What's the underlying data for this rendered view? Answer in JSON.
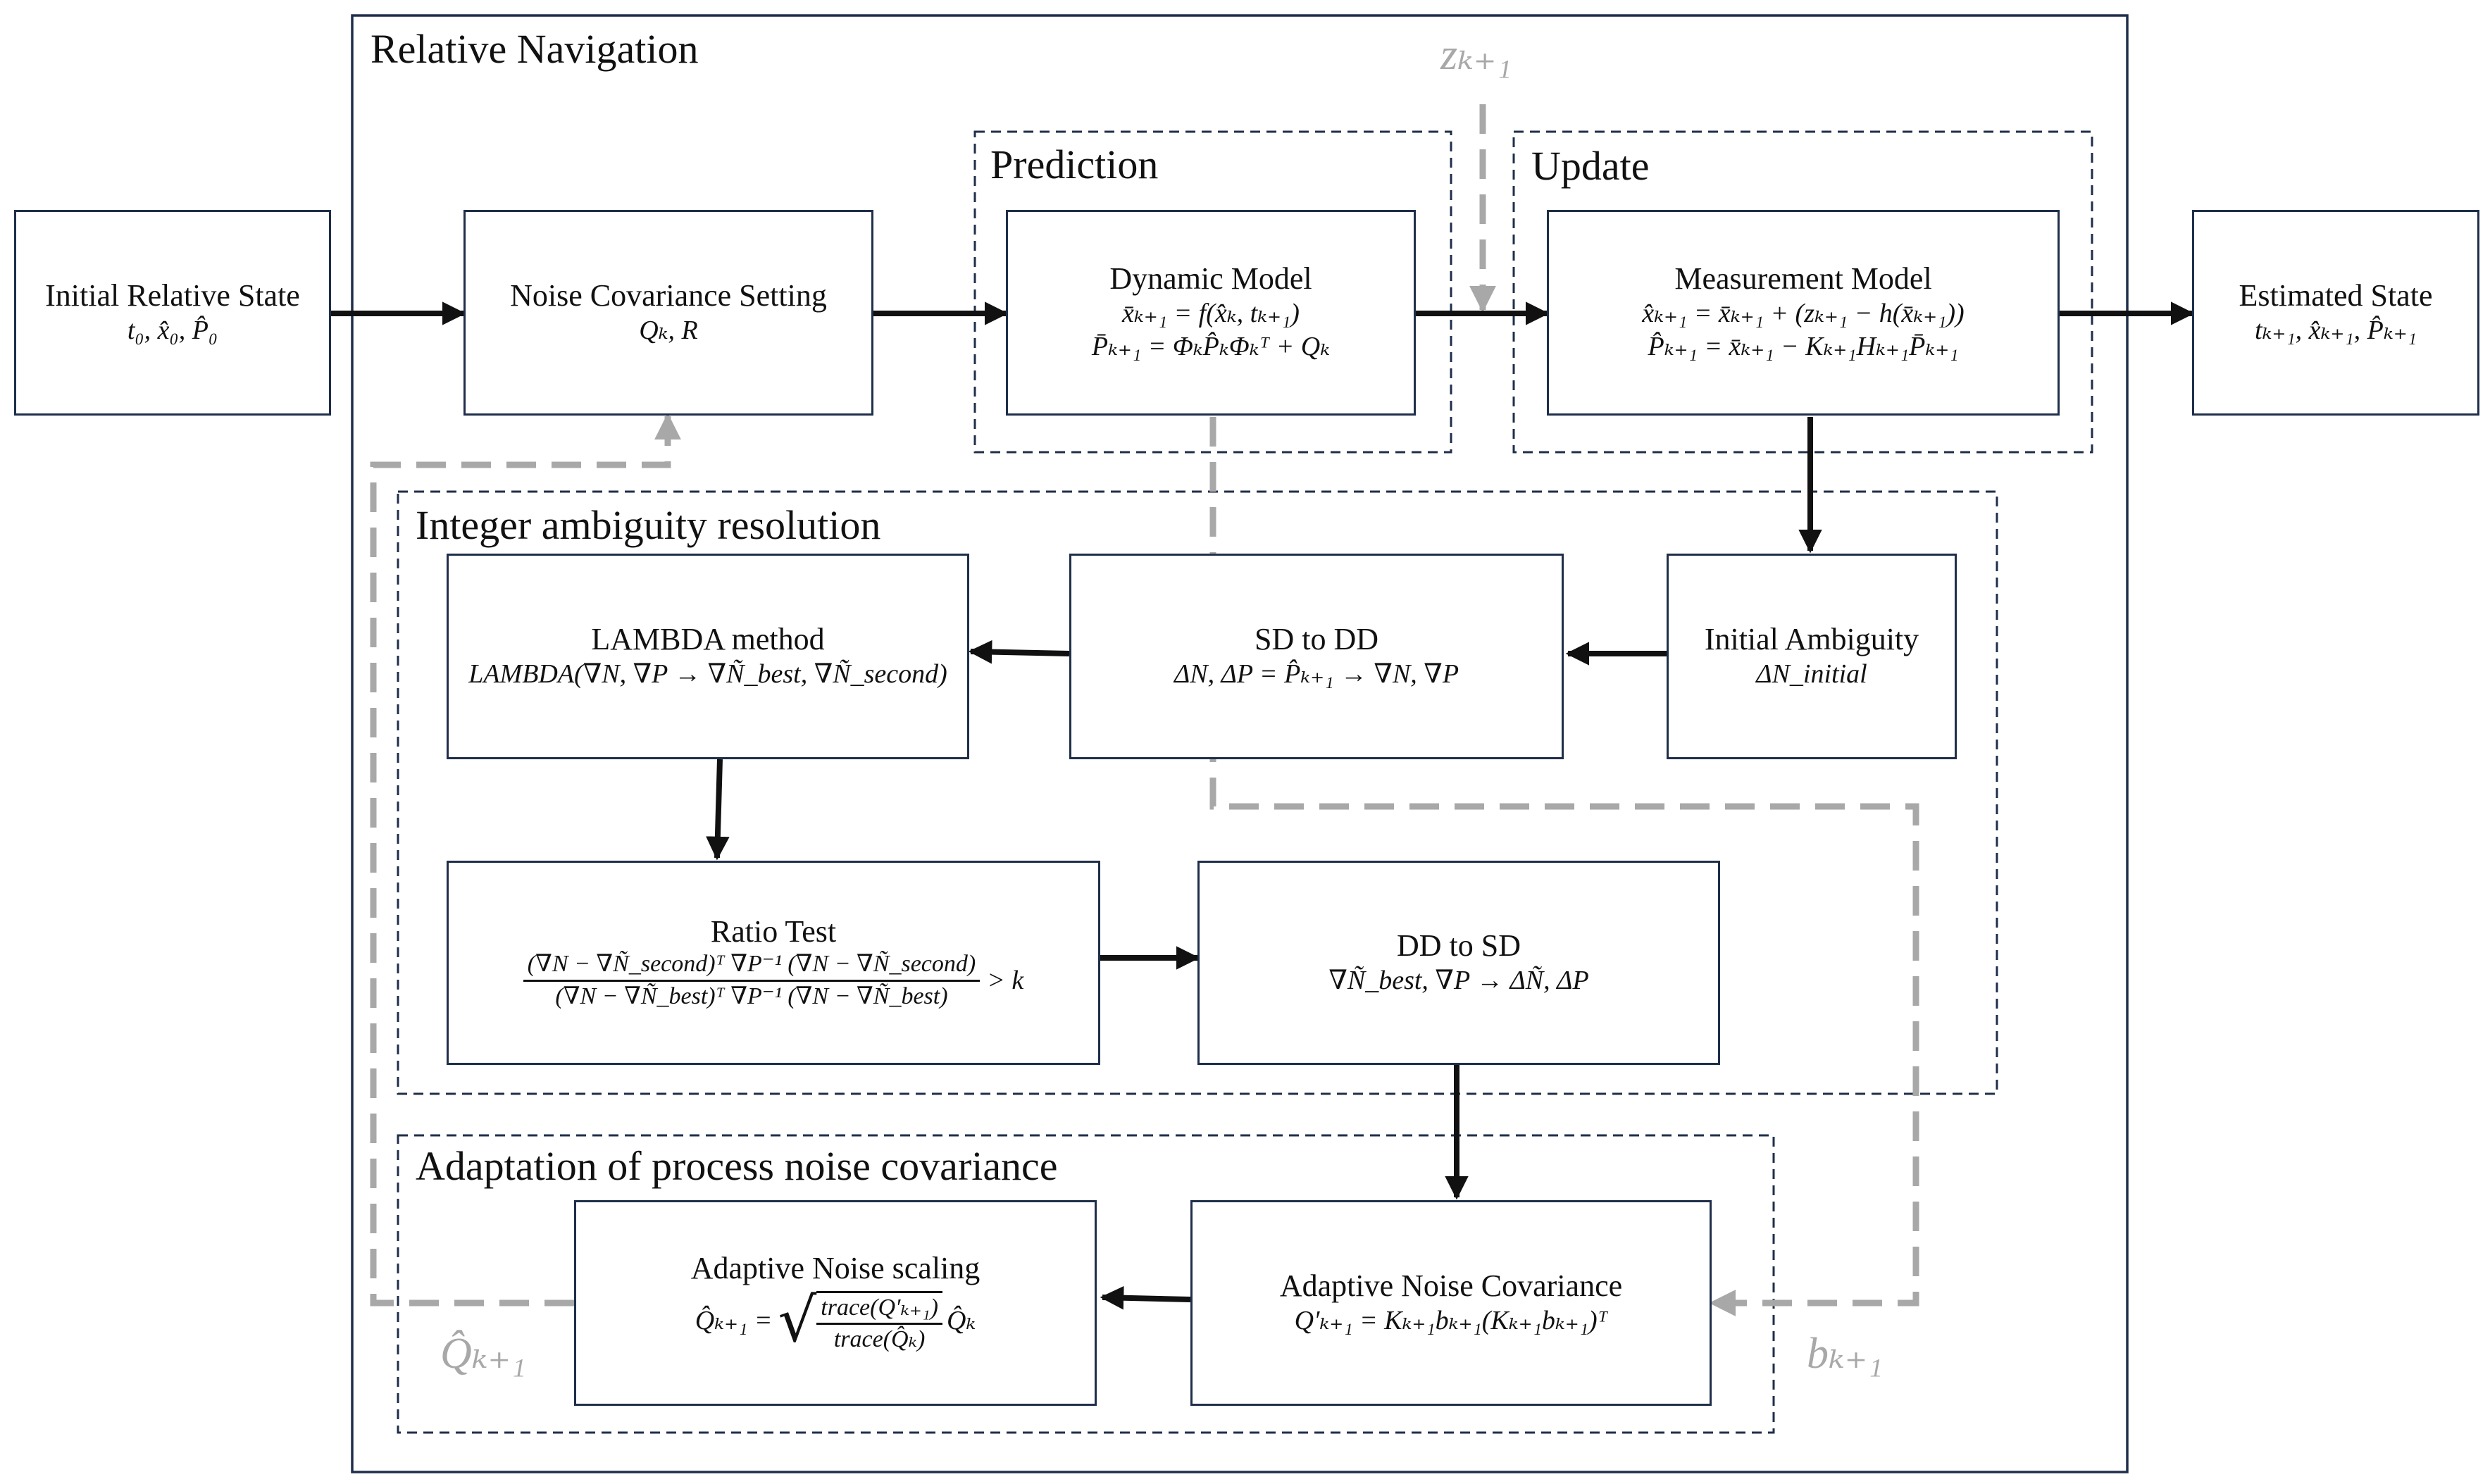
{
  "regions": {
    "relative_navigation": "Relative Navigation",
    "prediction": "Prediction",
    "update": "Update",
    "integer_ambiguity": "Integer ambiguity resolution",
    "adaptation": "Adaptation of process noise covariance"
  },
  "boxes": {
    "initial_state": {
      "title": "Initial Relative State",
      "math": "t₀, x̂₀, P̂₀"
    },
    "noise_cov_setting": {
      "title": "Noise Covariance Setting",
      "math": "Qₖ, R"
    },
    "dynamic_model": {
      "title": "Dynamic Model",
      "eq1": "x̄ₖ₊₁ = f(x̂ₖ, tₖ₊₁)",
      "eq2": "P̄ₖ₊₁ = ΦₖP̂ₖΦₖᵀ + Qₖ"
    },
    "measurement_model": {
      "title": "Measurement Model",
      "eq1": "x̂ₖ₊₁ = x̄ₖ₊₁ + (zₖ₊₁ − h(x̄ₖ₊₁))",
      "eq2": "P̂ₖ₊₁ = x̄ₖ₊₁ − Kₖ₊₁Hₖ₊₁P̄ₖ₊₁"
    },
    "estimated_state": {
      "title": "Estimated State",
      "math": "tₖ₊₁, x̂ₖ₊₁, P̂ₖ₊₁"
    },
    "lambda_method": {
      "title": "LAMBDA method",
      "math": "LAMBDA(∇N, ∇P → ∇Ñ_best, ∇Ñ_second)"
    },
    "sd_to_dd": {
      "title": "SD to DD",
      "math": "ΔN, ΔP = P̂ₖ₊₁ → ∇N, ∇P"
    },
    "initial_ambiguity": {
      "title": "Initial Ambiguity",
      "math": "ΔN_initial"
    },
    "ratio_test": {
      "title": "Ratio Test",
      "numerator": "(∇N − ∇Ñ_second)ᵀ ∇P⁻¹ (∇N − ∇Ñ_second)",
      "denominator": "(∇N − ∇Ñ_best)ᵀ ∇P⁻¹ (∇N − ∇Ñ_best)",
      "comparison": "> k"
    },
    "dd_to_sd": {
      "title": "DD to SD",
      "math": "∇Ñ_best, ∇P → ΔÑ, ΔP"
    },
    "adaptive_noise_scaling": {
      "title": "Adaptive Noise scaling",
      "lhs": "Q̂ₖ₊₁ =",
      "numerator": "trace(Q′ₖ₊₁)",
      "denominator": "trace(Q̂ₖ)",
      "rhs": "Q̂ₖ"
    },
    "adaptive_noise_covariance": {
      "title": "Adaptive Noise Covariance",
      "math": "Q′ₖ₊₁ = Kₖ₊₁bₖ₊₁(Kₖ₊₁bₖ₊₁)ᵀ"
    }
  },
  "gray_labels": {
    "z": "zₖ₊₁",
    "q": "Q̂ₖ₊₁",
    "b": "bₖ₊₁"
  },
  "colors": {
    "frame": "#1f2f4a",
    "arrow": "#111111",
    "feedback": "#a8a8a8"
  }
}
